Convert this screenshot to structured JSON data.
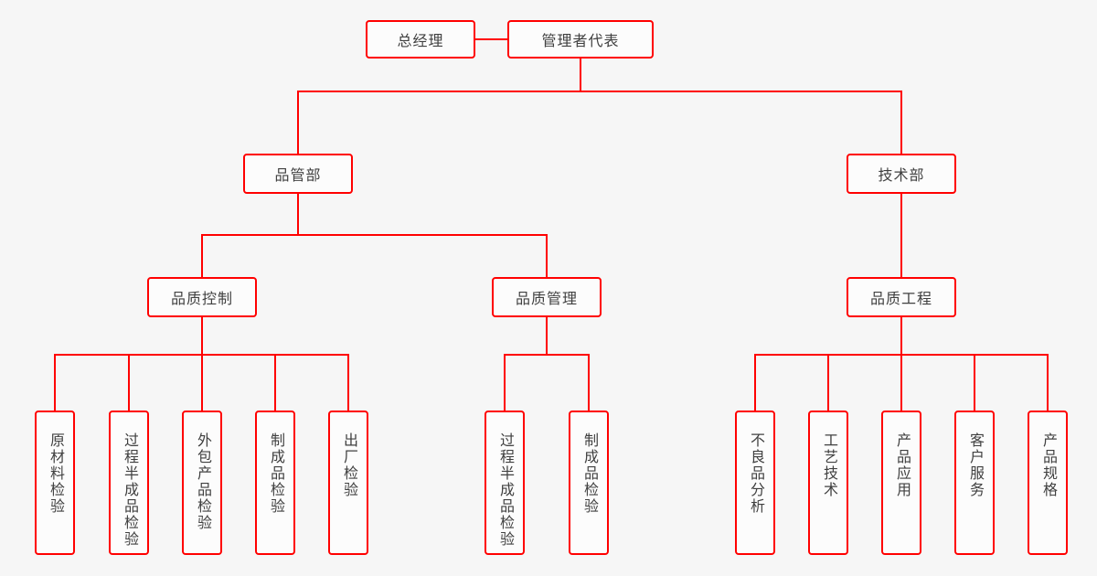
{
  "diagram": {
    "type": "org-chart",
    "language": "zh-CN",
    "colors": {
      "background": "#f6f6f6",
      "box_fill": "#fcfcfc",
      "line_and_border": "#ff0000",
      "text": "#404040"
    },
    "nodes": {
      "general_manager": {
        "label": "总经理"
      },
      "management_rep": {
        "label": "管理者代表"
      },
      "quality_dept": {
        "label": "品管部"
      },
      "tech_dept": {
        "label": "技术部"
      },
      "quality_control": {
        "label": "品质控制"
      },
      "quality_management": {
        "label": "品质管理"
      },
      "quality_engineering": {
        "label": "品质工程"
      },
      "raw_material_inspection": {
        "label": "原材料检验"
      },
      "process_semi_finished_inspection_qc": {
        "label": "过程半成品检验"
      },
      "outsourced_product_inspection": {
        "label": "外包产品检验"
      },
      "finished_product_inspection_qc": {
        "label": "制成品检验"
      },
      "outgoing_inspection": {
        "label": "出厂检验"
      },
      "process_semi_finished_inspection_qm": {
        "label": "过程半成品检验"
      },
      "finished_product_inspection_qm": {
        "label": "制成品检验"
      },
      "defective_product_analysis": {
        "label": "不良品分析"
      },
      "process_technology": {
        "label": "工艺技术"
      },
      "product_application": {
        "label": "产品应用"
      },
      "customer_service": {
        "label": "客户服务"
      },
      "product_specification": {
        "label": "产品规格"
      }
    },
    "edges": [
      {
        "from": "general_manager",
        "to": "management_rep",
        "type": "peer"
      },
      {
        "from": "management_rep",
        "to": "quality_dept"
      },
      {
        "from": "management_rep",
        "to": "tech_dept"
      },
      {
        "from": "quality_dept",
        "to": "quality_control"
      },
      {
        "from": "quality_dept",
        "to": "quality_management"
      },
      {
        "from": "tech_dept",
        "to": "quality_engineering"
      },
      {
        "from": "quality_control",
        "to": "raw_material_inspection"
      },
      {
        "from": "quality_control",
        "to": "process_semi_finished_inspection_qc"
      },
      {
        "from": "quality_control",
        "to": "outsourced_product_inspection"
      },
      {
        "from": "quality_control",
        "to": "finished_product_inspection_qc"
      },
      {
        "from": "quality_control",
        "to": "outgoing_inspection"
      },
      {
        "from": "quality_management",
        "to": "process_semi_finished_inspection_qm"
      },
      {
        "from": "quality_management",
        "to": "finished_product_inspection_qm"
      },
      {
        "from": "quality_engineering",
        "to": "defective_product_analysis"
      },
      {
        "from": "quality_engineering",
        "to": "process_technology"
      },
      {
        "from": "quality_engineering",
        "to": "product_application"
      },
      {
        "from": "quality_engineering",
        "to": "customer_service"
      },
      {
        "from": "quality_engineering",
        "to": "product_specification"
      }
    ]
  }
}
